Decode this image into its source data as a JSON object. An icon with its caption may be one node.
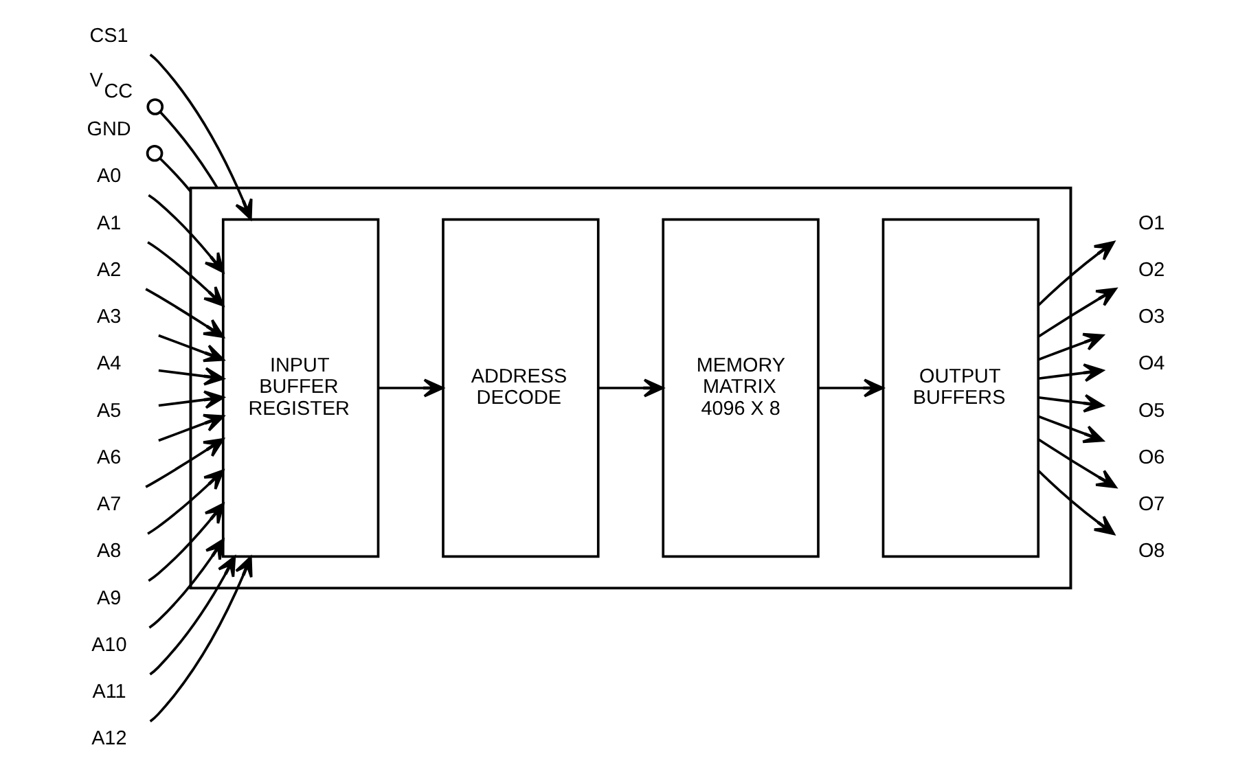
{
  "diagram": {
    "nodes": [
      {
        "text": [
          "CS1"
        ]
      },
      {
        "text": [
          "V$_{CC}$"
        ]
      },
      {
        "text": [
          "GND"
        ]
      },
      {
        "text": [],
        "shape": "box"
      },
      {
        "text": [
          "INPUT BUFFER REGISTER"
        ],
        "in": 3
      },
      {
        "text": [
          "ADDRESS DECODE"
        ],
        "in": 3
      },
      {
        "text": [
          "MEMORY MATRIX 4096 X 8"
        ],
        "in": 3
      },
      {
        "text": [
          "OUTPUT BUFFERS"
        ],
        "in": 3
      },
      {
        "text": [
          "A0"
        ]
      },
      {
        "text": [
          "A1"
        ]
      },
      {
        "text": [
          "A2"
        ]
      },
      {
        "text": [
          "A3"
        ]
      },
      {
        "text": [
          "A4"
        ]
      },
      {
        "text": [
          "A5"
        ]
      },
      {
        "text": [
          "A6"
        ]
      },
      {
        "text": [
          "A7"
        ]
      },
      {
        "text": [
          "A8"
        ]
      },
      {
        "text": [
          "A9"
        ]
      },
      {
        "text": [
          "A10"
        ]
      },
      {
        "text": [
          "A11"
        ]
      },
      {
        "text": [
          "A12"
        ]
      },
      {
        "text": [
          "O1"
        ]
      },
      {
        "text": [
          "O2"
        ]
      },
      {
        "text": [
          "O3"
        ]
      },
      {
        "text": [
          "O4"
        ]
      },
      {
        "text": [
          "O5"
        ]
      },
      {
        "text": [
          "O6"
        ]
      },
      {
        "text": [
          "O7"
        ]
      },
      {
        "text": [
          "O8"
        ]
      }
    ],
    "edges": [
      {
        "from": 0,
        "to": 4,
        "arrow": "to"
      },
      {
        "from": 1,
        "to": 3,
        "arrow": "other"
      },
      {
        "from": 2,
        "to": 3,
        "arrow": "other"
      },
      {
        "from": 8,
        "to": 4,
        "arrow": "to"
      },
      {
        "from": 9,
        "to": 4,
        "arrow": "to"
      },
      {
        "from": 10,
        "to": 4,
        "arrow": "to"
      },
      {
        "from": 11,
        "to": 4,
        "arrow": "to"
      },
      {
        "from": 12,
        "to": 4,
        "arrow": "to"
      },
      {
        "from": 13,
        "to": 4,
        "arrow": "to"
      },
      {
        "from": 14,
        "to": 4,
        "arrow": "to"
      },
      {
        "from": 15,
        "to": 4,
        "arrow": "to"
      },
      {
        "from": 16,
        "to": 4,
        "arrow": "to"
      },
      {
        "from": 17,
        "to": 4,
        "arrow": "to"
      },
      {
        "from": 18,
        "to": 4,
        "arrow": "to"
      },
      {
        "from": 19,
        "to": 4,
        "arrow": "to"
      },
      {
        "from": 20,
        "to": 4,
        "arrow": "to"
      },
      {
        "from": 4,
        "to": 5,
        "arrow": "to"
      },
      {
        "from": 5,
        "to": 6,
        "arrow": "to"
      },
      {
        "from": 6,
        "to": 7,
        "arrow": "to"
      },
      {
        "from": 7,
        "to": 21,
        "arrow": "to"
      },
      {
        "from": 7,
        "to": 22,
        "arrow": "to"
      },
      {
        "from": 7,
        "to": 23,
        "arrow": "to"
      },
      {
        "from": 7,
        "to": 24,
        "arrow": "to"
      },
      {
        "from": 7,
        "to": 25,
        "arrow": "to"
      },
      {
        "from": 7,
        "to": 26,
        "arrow": "to"
      },
      {
        "from": 7,
        "to": 27,
        "arrow": "to"
      },
      {
        "from": 7,
        "to": 28,
        "arrow": "to"
      }
    ]
  }
}
